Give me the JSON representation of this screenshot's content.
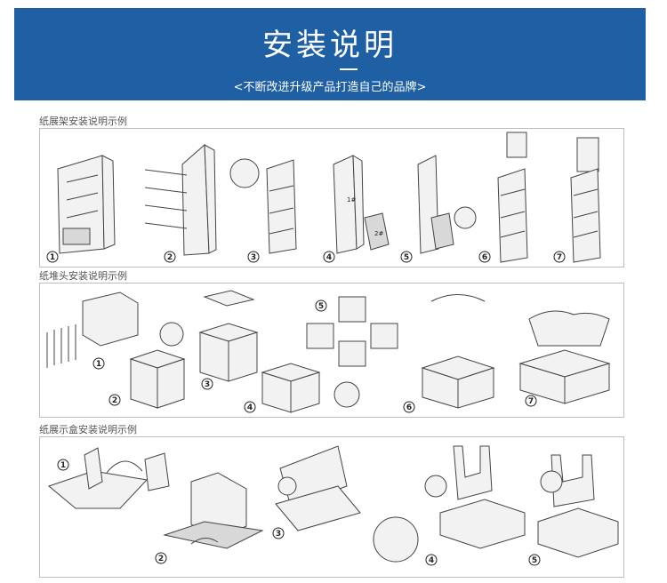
{
  "banner": {
    "title": "安装说明",
    "subtitle": "<不断改进升级产品打造自己的品牌>",
    "color": "#1f5fa3"
  },
  "sections": [
    {
      "label": "纸展架安装说明示例",
      "steps": [
        "1",
        "2",
        "3",
        "4",
        "5",
        "6",
        "7"
      ]
    },
    {
      "label": "纸堆头安装说明示例",
      "steps": [
        "1",
        "2",
        "3",
        "4",
        "5",
        "6",
        "7"
      ]
    },
    {
      "label": "纸展示盒安装说明示例",
      "steps": [
        "1",
        "2",
        "3",
        "4",
        "5"
      ]
    }
  ],
  "annotations": {
    "part1": "1#",
    "part2": "2#"
  }
}
